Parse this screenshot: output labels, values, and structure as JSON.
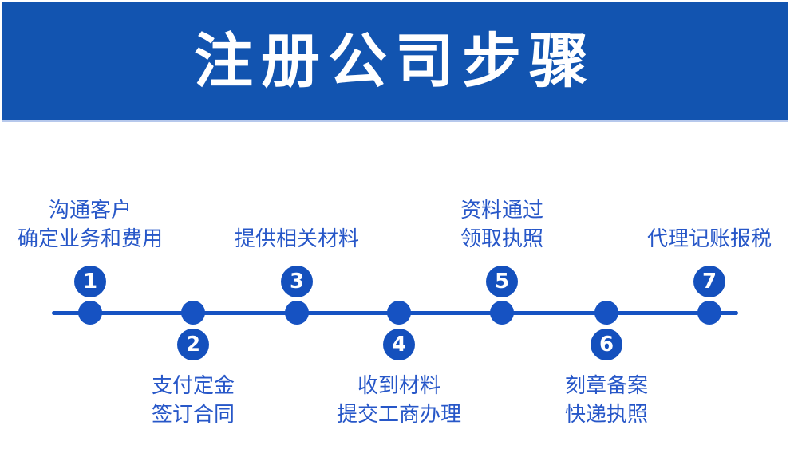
{
  "header": {
    "title": "注册公司步骤"
  },
  "colors": {
    "banner_bg": "#1254b0",
    "timeline_accent": "#1652c2",
    "badge_bg": "#1450bd",
    "label_text": "#2757c8",
    "title_text": "#ffffff"
  },
  "timeline": {
    "steps": [
      {
        "number": "1",
        "position": "above",
        "lines": [
          "沟通客户",
          "确定业务和费用"
        ]
      },
      {
        "number": "2",
        "position": "below",
        "lines": [
          "支付定金",
          "签订合同"
        ]
      },
      {
        "number": "3",
        "position": "above",
        "lines": [
          "提供相关材料"
        ]
      },
      {
        "number": "4",
        "position": "below",
        "lines": [
          "收到材料",
          "提交工商办理"
        ]
      },
      {
        "number": "5",
        "position": "above",
        "lines": [
          "资料通过",
          "领取执照"
        ]
      },
      {
        "number": "6",
        "position": "below",
        "lines": [
          "刻章备案",
          "快递执照"
        ]
      },
      {
        "number": "7",
        "position": "above",
        "lines": [
          "代理记账报税"
        ]
      }
    ]
  }
}
